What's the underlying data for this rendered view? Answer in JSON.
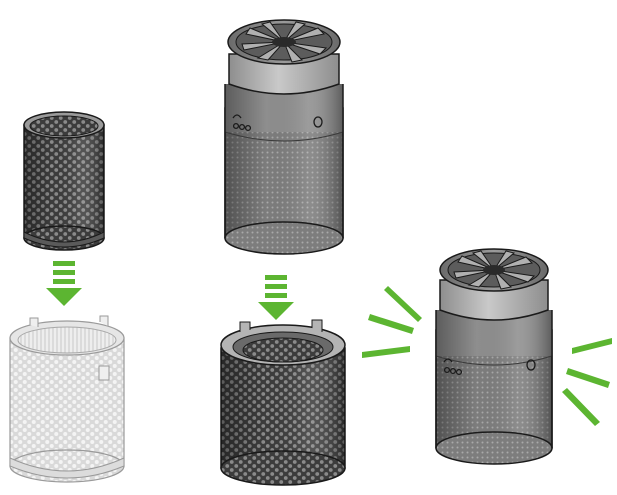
{
  "colors": {
    "accent": "#5cb531",
    "outline": "#1a1a1a",
    "filter_dark": "#4a4a4a",
    "filter_light": "#ebebeb",
    "body_gray": "#8a8a8a",
    "cap_gray": "#b9b9b9"
  },
  "steps": [
    {
      "part": "carbon-filter",
      "action": "insert-down"
    },
    {
      "part": "purifier",
      "action": "insert-down"
    },
    {
      "part": "purifier",
      "action": "assembled-click"
    }
  ],
  "icons": [
    "down-arrow-icon",
    "click-burst-icon",
    "power-symbol-icon",
    "button-icon"
  ]
}
